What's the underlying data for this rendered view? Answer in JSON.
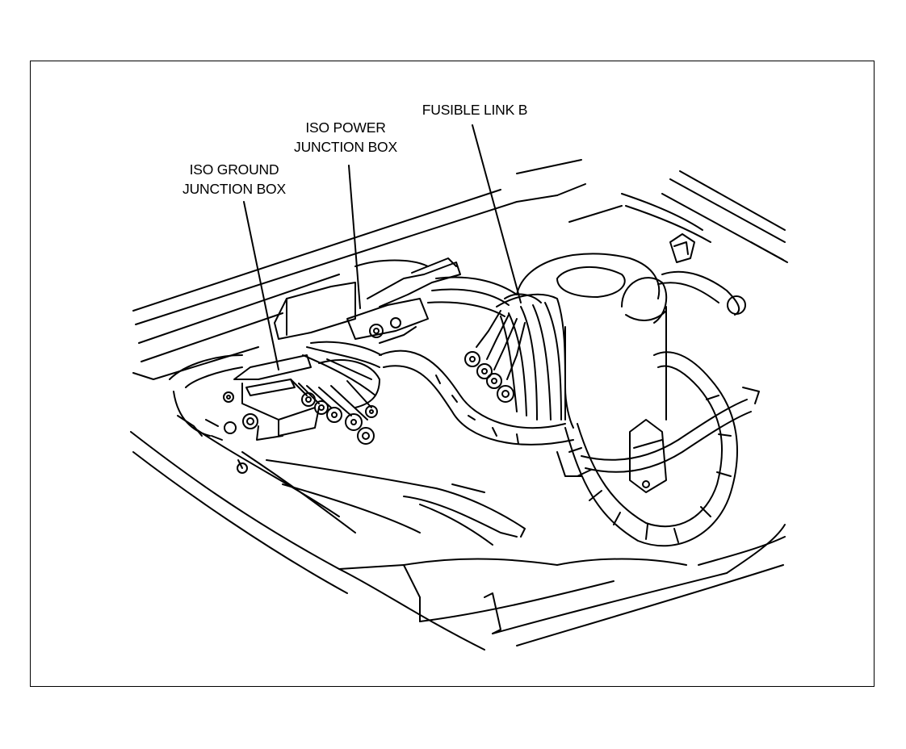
{
  "colors": {
    "line": "#000000",
    "background": "#ffffff"
  },
  "labels": {
    "iso_ground": [
      "ISO GROUND",
      "JUNCTION BOX"
    ],
    "iso_power": [
      "ISO POWER",
      "JUNCTION BOX"
    ],
    "fusible_link": [
      "FUSIBLE LINK B"
    ]
  }
}
